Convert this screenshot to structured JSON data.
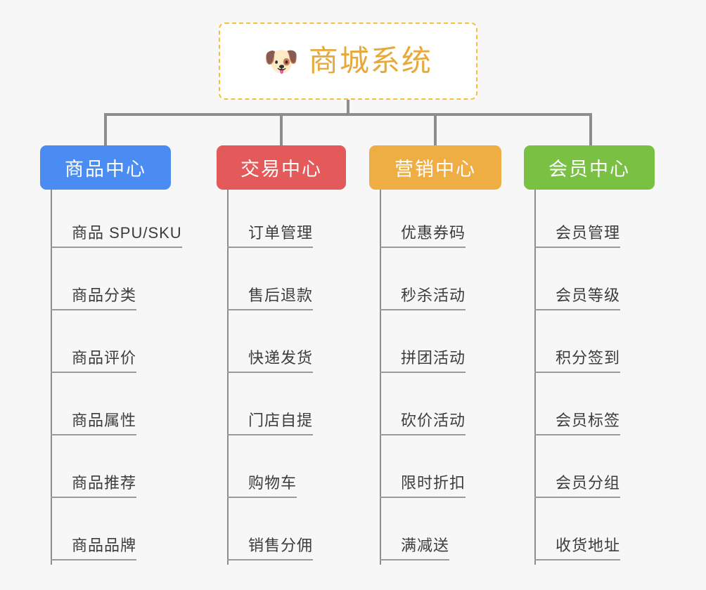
{
  "canvas": {
    "background": "#f7f7f7",
    "connector_color": "#8d8d8d",
    "leaf_line_color": "#9a9a9a"
  },
  "root": {
    "icon": "dog-face-icon",
    "icon_glyph": "🐶",
    "title": "商城系统",
    "title_color": "#e6a93c",
    "border_color": "#f4c03f",
    "background": "#ffffff"
  },
  "columns": [
    {
      "id": "product-center",
      "label": "商品中心",
      "color": "#4a8cf1",
      "items": [
        "商品 SPU/SKU",
        "商品分类",
        "商品评价",
        "商品属性",
        "商品推荐",
        "商品品牌"
      ]
    },
    {
      "id": "trade-center",
      "label": "交易中心",
      "color": "#e45a5a",
      "items": [
        "订单管理",
        "售后退款",
        "快递发货",
        "门店自提",
        "购物车",
        "销售分佣"
      ]
    },
    {
      "id": "marketing-center",
      "label": "营销中心",
      "color": "#eeae44",
      "items": [
        "优惠券码",
        "秒杀活动",
        "拼团活动",
        "砍价活动",
        "限时折扣",
        "满减送"
      ]
    },
    {
      "id": "member-center",
      "label": "会员中心",
      "color": "#7ac143",
      "items": [
        "会员管理",
        "会员等级",
        "积分签到",
        "会员标签",
        "会员分组",
        "收货地址"
      ]
    }
  ]
}
